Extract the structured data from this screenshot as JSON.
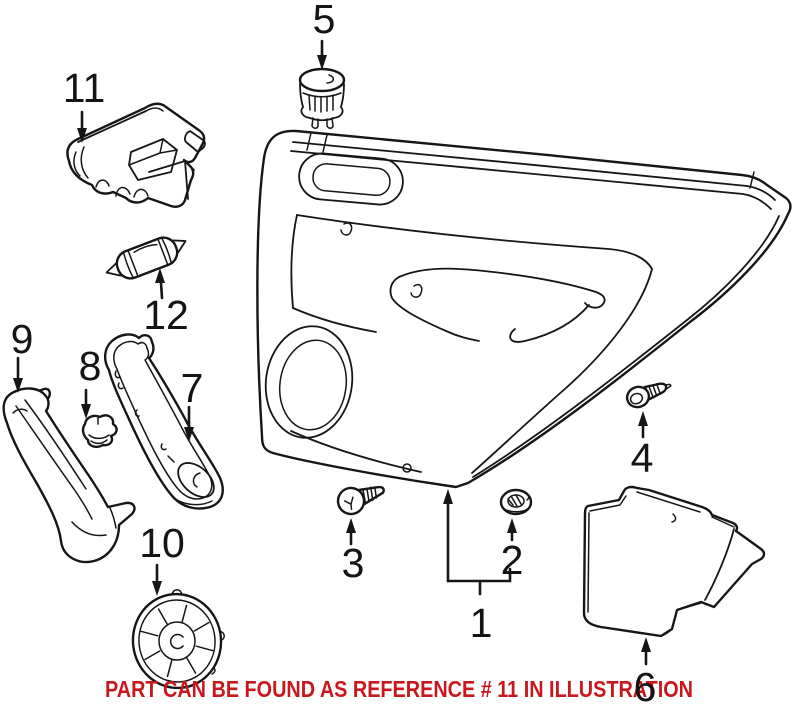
{
  "diagram": {
    "callouts": {
      "c1": "1",
      "c2": "2",
      "c3": "3",
      "c4": "4",
      "c5": "5",
      "c6": "6",
      "c7": "7",
      "c8": "8",
      "c9": "9",
      "c10": "10",
      "c11": "11",
      "c12": "12"
    },
    "caption": {
      "text": "PART CAN BE FOUND AS REFERENCE # 11 IN ILLUSTRATION",
      "color": "#c9181d"
    },
    "colors": {
      "line": "#161616",
      "background": "#ffffff"
    }
  }
}
